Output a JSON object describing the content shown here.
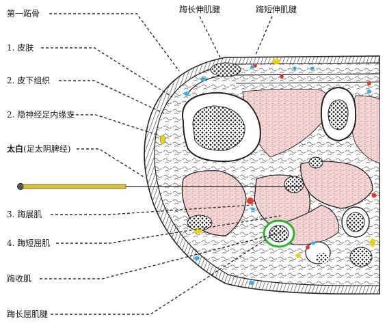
{
  "labels": {
    "first_metatarsal": "第一跖骨",
    "skin": "1. 皮肤",
    "subcutaneous": "2. 皮下组织",
    "saphenous_branch": "2. 隐神经足内缘支",
    "taibai": "太白",
    "taibai_note": "(足太阴脾经)",
    "abductor_hallucis": "3. 踇展肌",
    "flexor_hallucis_brevis": "4. 踇短屈肌",
    "adductor_hallucis": "踇收肌",
    "flexor_hallucis_longus_tendon": "踇长屈肌腱",
    "extensor_hallucis_longus_tendon": "踇长伸肌腱",
    "extensor_hallucis_brevis_tendon": "踇短伸肌腱"
  },
  "colors": {
    "muscle": "#f2d3d3",
    "muscle_stripe": "#c89a9a",
    "outline": "#2a2a2a",
    "artery": "#e23a2a",
    "vein": "#3aaee8",
    "nerve": "#e8d21a",
    "highlight_tendon": "#2fb52f",
    "needle_gold": "#d9c23a"
  }
}
